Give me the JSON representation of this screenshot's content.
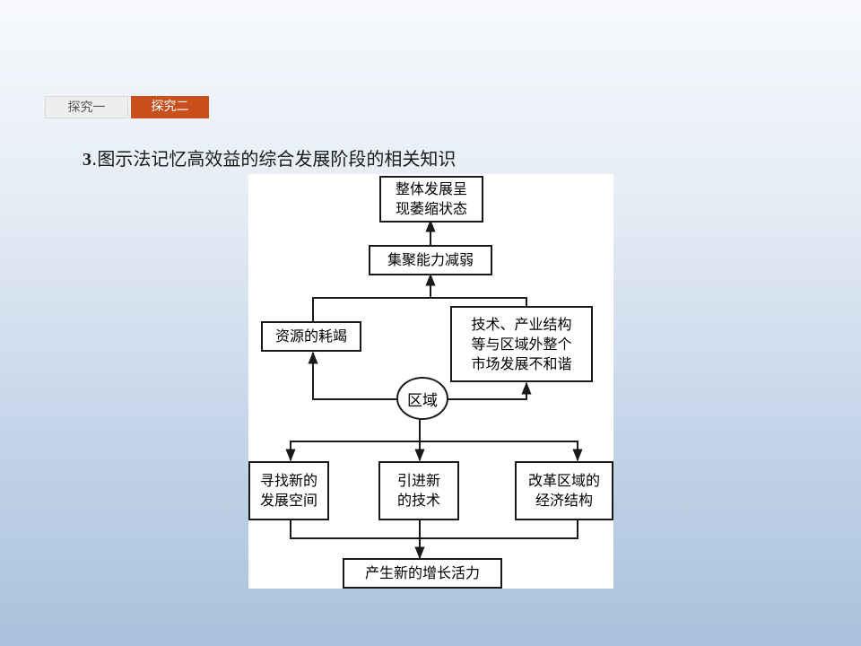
{
  "tabs": [
    {
      "label": "探究一",
      "active": false
    },
    {
      "label": "探究二",
      "active": true
    }
  ],
  "heading": {
    "number": "3",
    "text": ".图示法记忆高效益的综合发展阶段的相关知识"
  },
  "diagram": {
    "nodes": {
      "overall": "整体发展呈\n现萎缩状态",
      "agglomeration": "集聚能力减弱",
      "resources": "资源的耗竭",
      "tech_industry": "技术、产业结构\n等与区域外整个\n市场发展不和谐",
      "region": "区域",
      "new_space": "寻找新的\n发展空间",
      "new_tech": "引进新\n的技术",
      "restructure": "改革区域的\n经济结构",
      "new_vitality": "产生新的增长活力"
    }
  },
  "colors": {
    "active_tab": "#c9501c",
    "inactive_tab": "#eeeeee",
    "line": "#1a1a1a"
  }
}
